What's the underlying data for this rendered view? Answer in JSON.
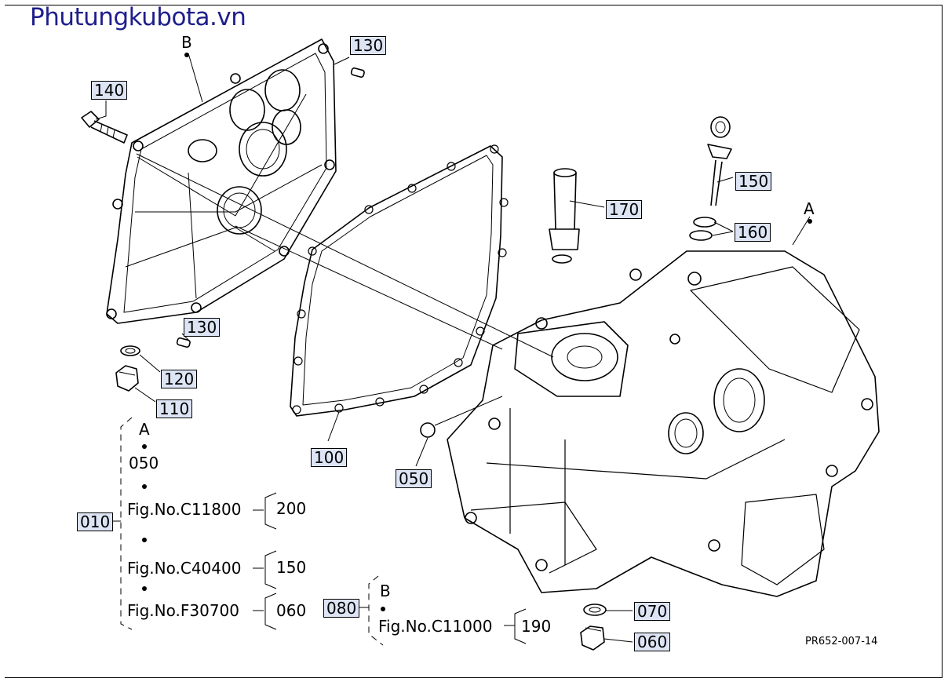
{
  "site": {
    "title": "Phutungkubota.vn"
  },
  "diagram": {
    "ref_code": "PR652-007-14",
    "parts": {
      "p010": "010",
      "p050_a": "050",
      "p050_b": "050",
      "p060": "060",
      "p070": "070",
      "p080": "080",
      "p100": "100",
      "p110": "110",
      "p120": "120",
      "p130_a": "130",
      "p130_b": "130",
      "p140": "140",
      "p150": "150",
      "p160": "160",
      "p170": "170"
    },
    "markers": {
      "A": "A",
      "B": "B"
    },
    "tree_010": {
      "head": "A",
      "first": "050",
      "refs": [
        {
          "fig": "Fig.No.C11800",
          "code": "200"
        },
        {
          "fig": "Fig.No.C40400",
          "code": "150"
        },
        {
          "fig": "Fig.No.F30700",
          "code": "060"
        }
      ]
    },
    "tree_080": {
      "head": "B",
      "refs": [
        {
          "fig": "Fig.No.C11000",
          "code": "190"
        }
      ]
    },
    "colors": {
      "brand": "#1e1e8c",
      "label_box": "#dde4f4",
      "line": "#000000"
    }
  }
}
